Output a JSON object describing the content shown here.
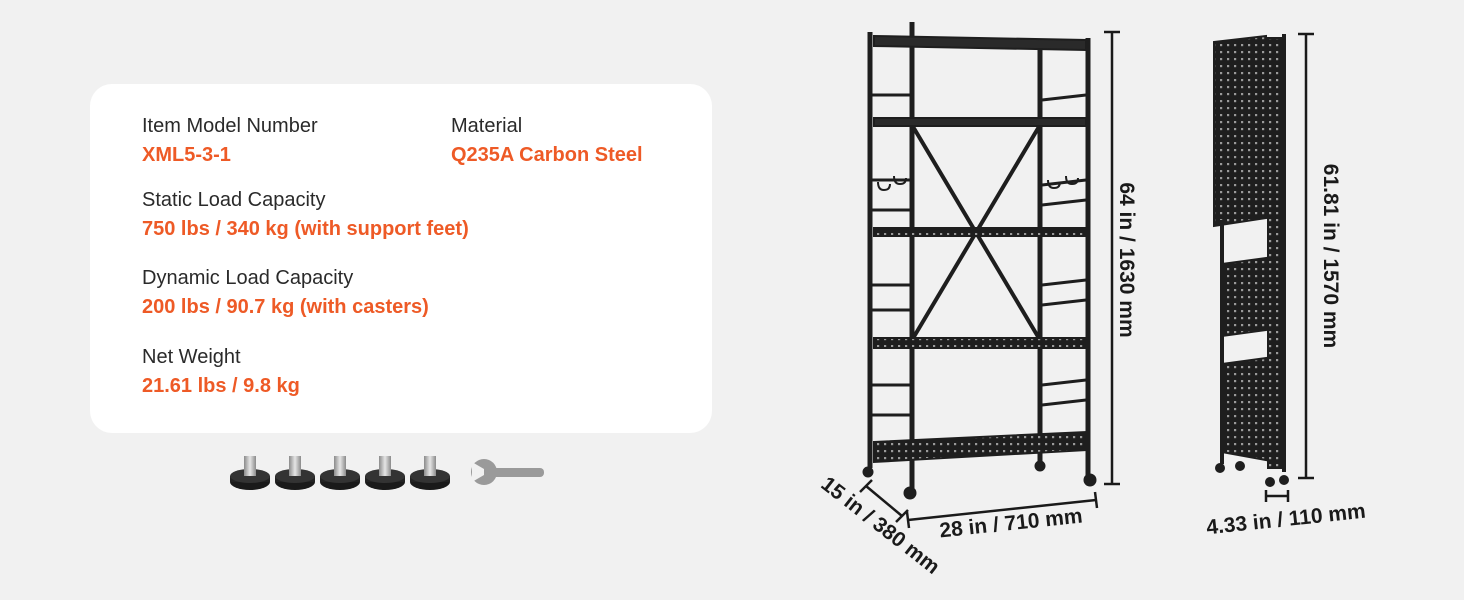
{
  "specs": {
    "model": {
      "label": "Item Model Number",
      "value": "XML5-3-1"
    },
    "material": {
      "label": "Material",
      "value": "Q235A Carbon Steel"
    },
    "static_load": {
      "label": "Static Load Capacity",
      "value": "750 lbs / 340 kg (with support feet)"
    },
    "dynamic_load": {
      "label": "Dynamic Load Capacity",
      "value": "200 lbs / 90.7 kg (with casters)"
    },
    "net_weight": {
      "label": "Net Weight",
      "value": "21.61 lbs / 9.8 kg"
    }
  },
  "accessories": {
    "support_feet_count": 5,
    "wrench_count": 1
  },
  "dimensions": {
    "height": "64 in / 1630 mm",
    "width": "28 in / 710 mm",
    "depth": "15 in / 380 mm",
    "folded_height": "61.81 in / 1570 mm",
    "folded_depth": "4.33 in / 110 mm"
  },
  "colors": {
    "accent": "#ee5a26",
    "frame": "#1e1e1e",
    "card": "#ffffff",
    "background": "#f1f1f1"
  }
}
